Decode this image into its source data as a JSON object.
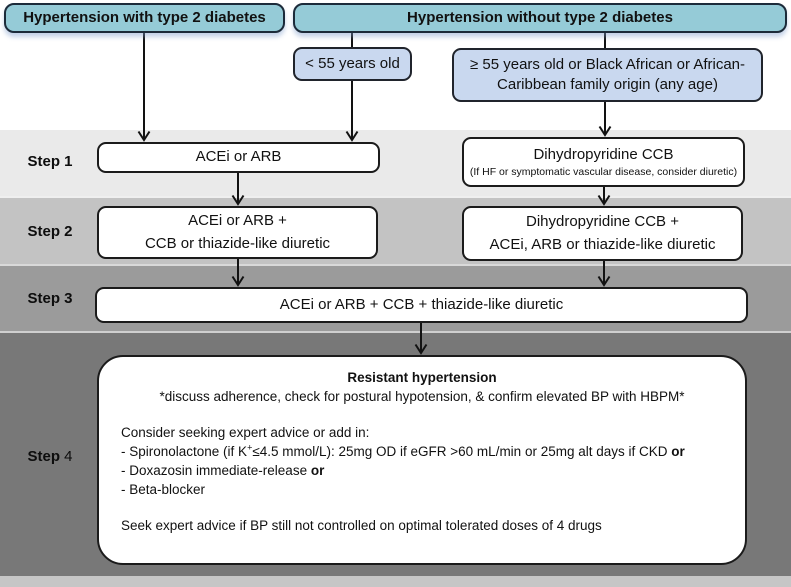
{
  "diagram_title": "Hypertension treatment step flowchart",
  "colors": {
    "teal_box_fill": "#95cbd7",
    "blue_box_fill": "#c9d8ef",
    "band_step1": "#eaeaea",
    "band_step2": "#c3c3c3",
    "band_step3": "#9b9b9b",
    "band_step4": "#787878",
    "bottom_strip": "#c6c6c6",
    "box_border": "#1b1b1b",
    "arrow": "#121212"
  },
  "headers": {
    "with_t2d": "Hypertension with type 2 diabetes",
    "without_t2d": "Hypertension without type 2 diabetes"
  },
  "branches": {
    "under55": "< 55 years old",
    "over55_line1": "≥ 55 years old or Black African or African-",
    "over55_line2": "Caribbean family origin (any age)"
  },
  "steps": [
    {
      "word": "Step",
      "num": "1"
    },
    {
      "word": "Step",
      "num": "2"
    },
    {
      "word": "Step",
      "num": "3"
    },
    {
      "word": "Step",
      "num": "4"
    }
  ],
  "step1": {
    "left": "ACEi or ARB",
    "right_title": "Dihydropyridine CCB",
    "right_note": "(If HF or symptomatic vascular disease, consider diuretic)"
  },
  "step2": {
    "left_line1": "ACEi or ARB +",
    "left_line2": "CCB or thiazide-like diuretic",
    "right_line1": "Dihydropyridine CCB +",
    "right_line2": "ACEi, ARB or thiazide-like diuretic"
  },
  "step3": {
    "text": "ACEi or ARB + CCB + thiazide-like diuretic"
  },
  "step4": {
    "title": "Resistant hypertension",
    "subtitle": "*discuss adherence, check for postural hypotension, & confirm elevated BP with HBPM*",
    "consider": "Consider seeking expert advice or add in:",
    "spiro_pre": "- Spironolactone (if K",
    "k_sup": "+",
    "spiro_post": "≤4.5 mmol/L): 25mg OD if eGFR >60 mL/min or 25mg alt days if CKD ",
    "or1": "or",
    "doxazosin": "- Doxazosin immediate-release ",
    "or2": "or",
    "beta_blocker": "- Beta-blocker",
    "seek": "Seek expert advice if BP still not controlled on optimal tolerated doses of 4 drugs"
  }
}
